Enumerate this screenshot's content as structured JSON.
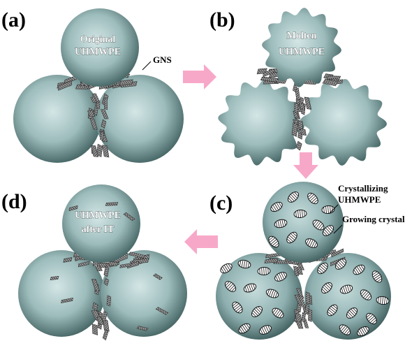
{
  "panels": {
    "a": {
      "label": "(a)",
      "sphere_text_1": "Original",
      "sphere_text_2": "UHMWPE",
      "annotation": "GNS"
    },
    "b": {
      "label": "(b)",
      "sphere_text_1": "Molten",
      "sphere_text_2": "UHMWPE"
    },
    "c": {
      "label": "(c)",
      "annotation_1": "Crystallizing",
      "annotation_2": "UHMWPE",
      "annotation_3": "Growing crystal"
    },
    "d": {
      "label": "(d)",
      "sphere_text_1": "UHMWPE",
      "sphere_text_2": "after IT"
    }
  },
  "colors": {
    "sphere_light": "#cfe3e3",
    "sphere_mid": "#8fb0b0",
    "sphere_dark": "#3f5e5e",
    "arrow": "#f7a8c8",
    "flake": "#555555"
  }
}
